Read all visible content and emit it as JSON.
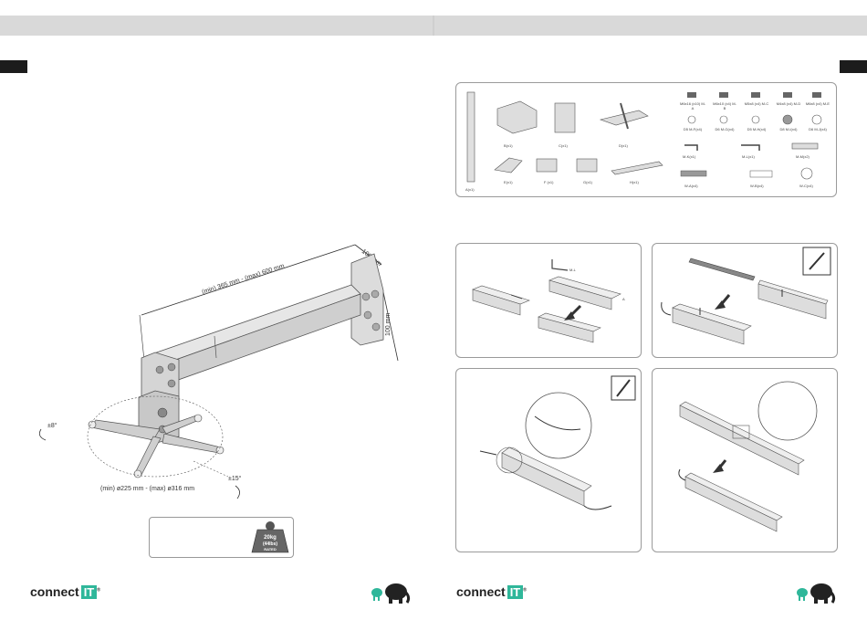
{
  "brand": {
    "word": "connect",
    "mark": "IT",
    "trademark": "®"
  },
  "dimensions": {
    "length": "(min) 365 mm - (max) 600 mm",
    "depth": "100 mm",
    "height": "100 mm",
    "tilt": "±8°",
    "swivel": "±15°",
    "diameter": "(min) ø225 mm - (max) ø316 mm"
  },
  "weight": {
    "line1": "20kg",
    "line2": "(44lbs)",
    "line3": "RATED"
  },
  "parts": {
    "a": "A(x1)",
    "b": "B(x1)",
    "c": "C(x1)",
    "d": "D(x1)",
    "e": "E(x1)",
    "f": "F (x1)",
    "g": "G(x1)",
    "h": "H(x1)",
    "ma": "M6x16 (x10) M-A",
    "mb": "M6x10 (x4) M-B",
    "mc": "M5x8 (x4) M-C",
    "md": "M4x8 (x4) M-D",
    "me": "M6x8 (x4) M-E",
    "mf": "D5 M-F(x4)",
    "mg": "D6 M-G(x4)",
    "mh": "D5 M-H(x4)",
    "mi": "D8 M-I(x4)",
    "mj": "D6 M-J(x4)",
    "mk": "M-K(x1)",
    "ml": "M-L(x1)",
    "mm": "M-M(x2)",
    "wa": "W-A(x4)",
    "wb": "W-B(x4)",
    "wc": "W-C(x4)"
  },
  "step_labels": {
    "ml": "M-L",
    "a": "A"
  }
}
